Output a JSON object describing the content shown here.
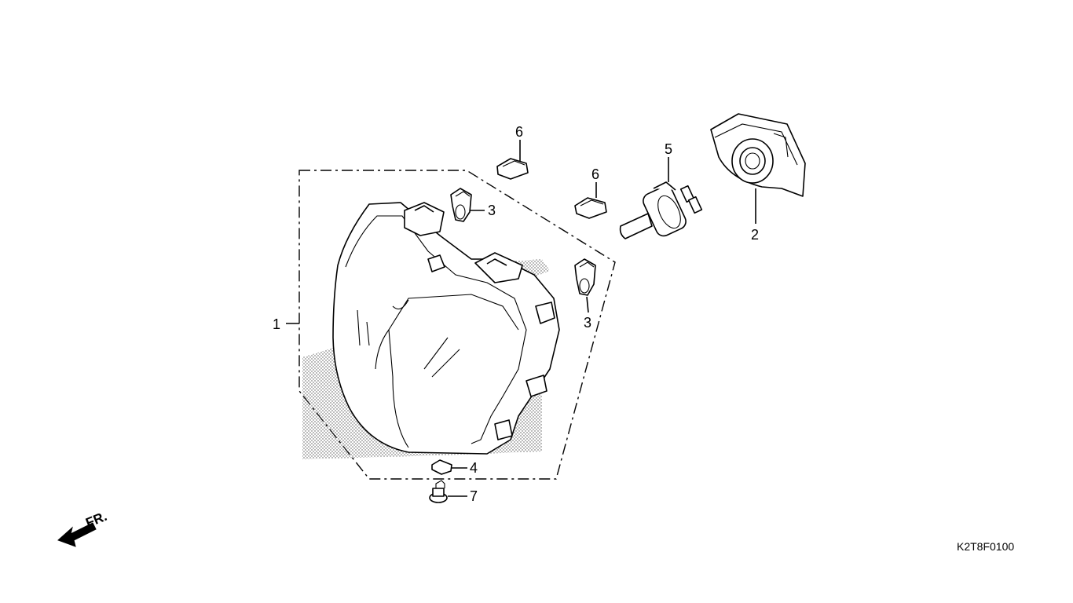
{
  "callouts": [
    {
      "id": "1",
      "label": "1"
    },
    {
      "id": "2",
      "label": "2"
    },
    {
      "id": "3a",
      "label": "3"
    },
    {
      "id": "3b",
      "label": "3"
    },
    {
      "id": "4",
      "label": "4"
    },
    {
      "id": "5",
      "label": "5"
    },
    {
      "id": "6a",
      "label": "6"
    },
    {
      "id": "6b",
      "label": "6"
    },
    {
      "id": "7",
      "label": "7"
    }
  ],
  "front_arrow_label": "FR.",
  "diagram_code": "K2T8F0100",
  "icons": {
    "front_arrow": "front-direction-arrow-icon"
  }
}
